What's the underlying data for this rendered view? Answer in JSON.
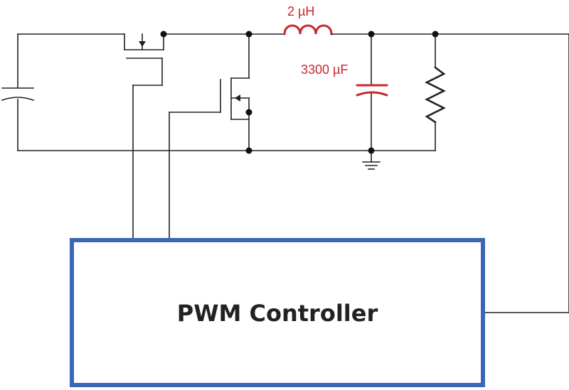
{
  "labels": {
    "inductor": "2 µH",
    "output_capacitor": "3300 µF",
    "controller": "PWM Controller"
  },
  "colors": {
    "wire": "#222222",
    "component_highlight": "#c8282d",
    "controller_border": "#3a67b5"
  },
  "icons": [
    "input-capacitor-icon",
    "high-side-mosfet-icon",
    "low-side-mosfet-icon",
    "inductor-icon",
    "capacitor-icon",
    "resistor-icon",
    "ground-icon"
  ]
}
